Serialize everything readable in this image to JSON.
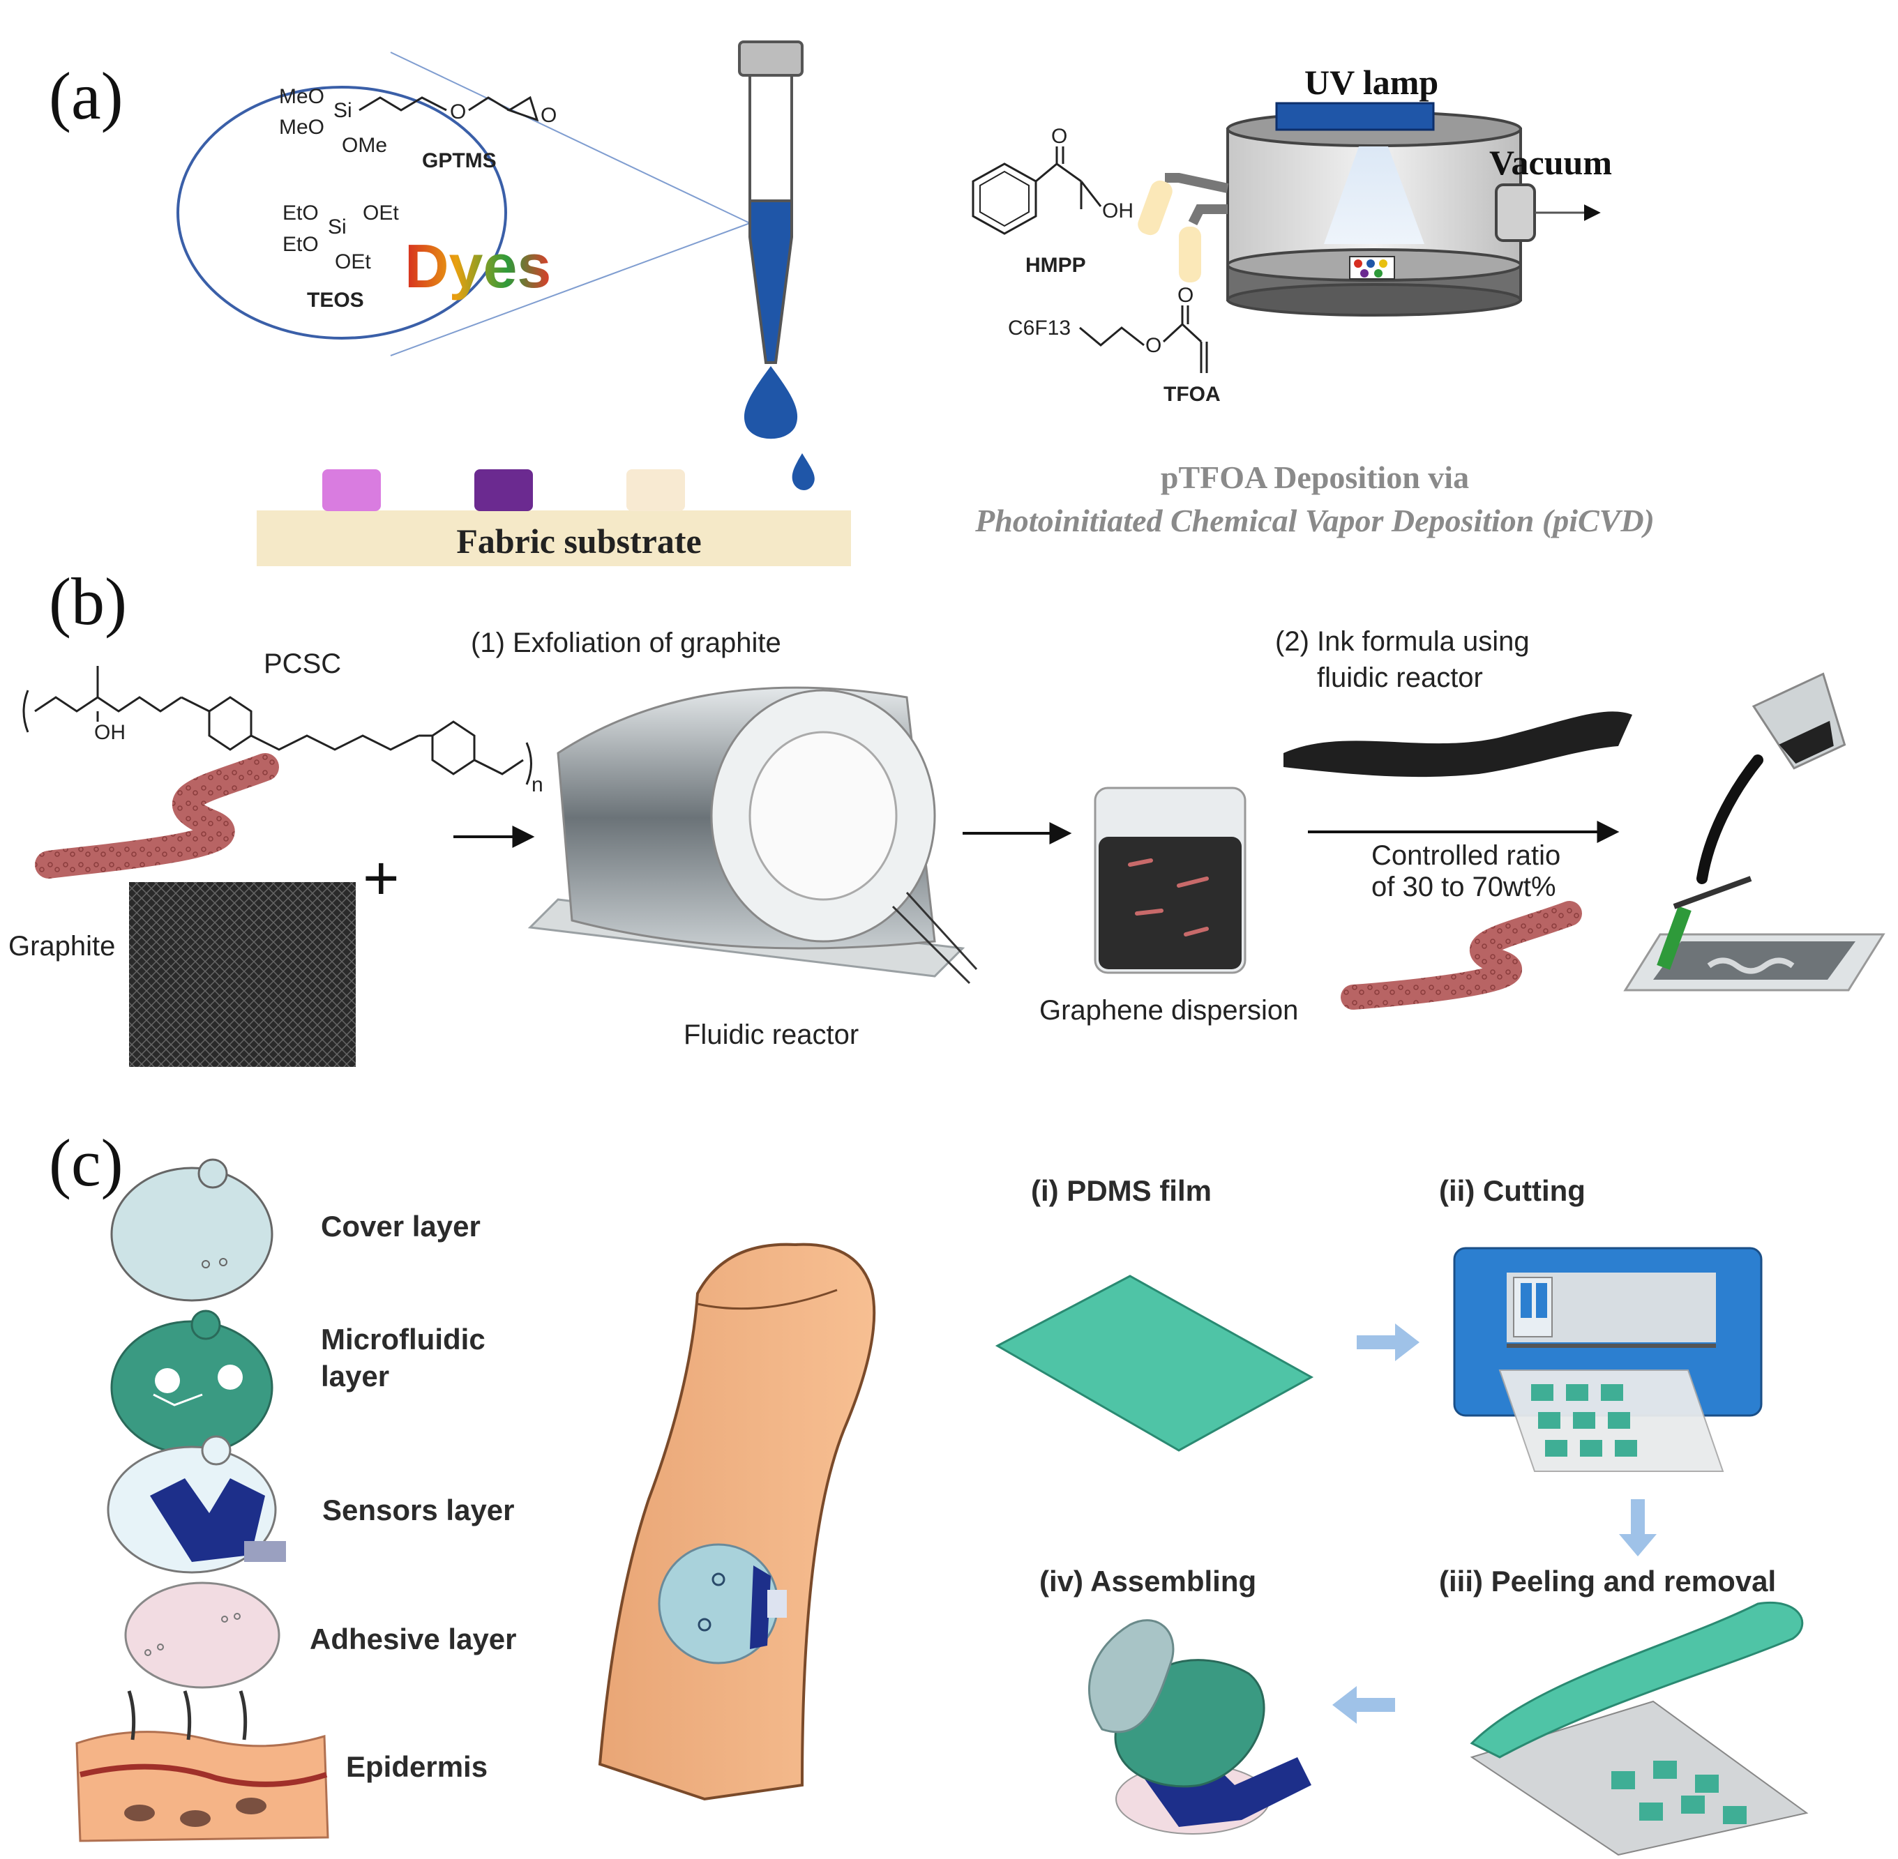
{
  "panel_a": {
    "label": "(a)",
    "chem_gptms": {
      "meo1": "MeO",
      "meo2": "MeO",
      "si": "Si",
      "ome": "OMe",
      "o": "O",
      "o2": "O",
      "name": "GPTMS"
    },
    "chem_teos": {
      "eto1": "EtO",
      "eto2": "EtO",
      "si": "Si",
      "oet1": "OEt",
      "oet2": "OEt",
      "name": "TEOS"
    },
    "dyes": "Dyes",
    "fabric": "Fabric substrate",
    "uv_lamp": "UV lamp",
    "vacuum": "Vacuum",
    "hmpp": {
      "o": "O",
      "oh": "OH",
      "name": "HMPP"
    },
    "tfoa": {
      "c6f13": "C6F13",
      "o1": "O",
      "o2": "O",
      "name": "TFOA"
    },
    "caption_line1": "pTFOA Deposition via",
    "caption_line2": "Photoinitiated Chemical Vapor Deposition (piCVD)",
    "colors": {
      "pink": "#d97ce0",
      "purple": "#6b2a90",
      "cream": "#f8ead2",
      "fabric": "#f5e9c8",
      "blue": "#1f56a8"
    }
  },
  "panel_b": {
    "label": "(b)",
    "pcsc": "PCSC",
    "oh": "OH",
    "n": "n",
    "graphite": "Graphite",
    "plus": "+",
    "step1": "(1) Exfoliation of graphite",
    "fluidic_reactor": "Fluidic reactor",
    "graphene_dispersion": "Graphene dispersion",
    "step2_line1": "(2) Ink formula using",
    "step2_line2": "fluidic reactor",
    "ratio_line1": "Controlled ratio",
    "ratio_line2": "of 30 to 70wt%"
  },
  "panel_c": {
    "label": "(c)",
    "layers": [
      "Cover layer",
      "Microfluidic",
      "layer",
      "Sensors layer",
      "Adhesive layer",
      "Epidermis"
    ],
    "steps": [
      "(i) PDMS film",
      "(ii) Cutting",
      "(iii) Peeling and removal",
      "(iv) Assembling"
    ],
    "colors": {
      "cover": "#cde3e6",
      "microfluidic": "#3a9a82",
      "sensor": "#1d2f8a",
      "adhesive": "#f2dce2",
      "skin": "#f5b487",
      "pdms": "#4fc4a6",
      "cutter": "#2c7fd0"
    }
  }
}
